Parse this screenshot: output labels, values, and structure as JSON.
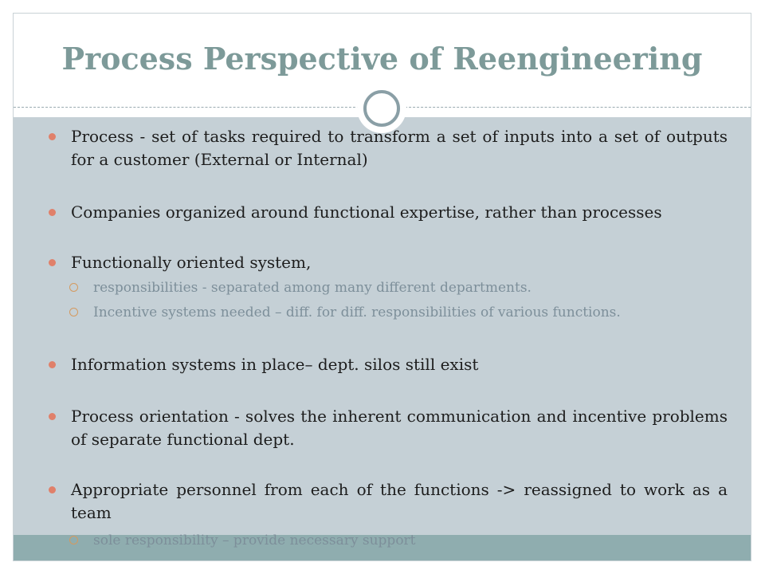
{
  "slide": {
    "title": "Process Perspective of Reengineering",
    "bullets": [
      {
        "text": "Process - set of tasks required to transform a set of inputs into a set of outputs for a customer (External or Internal)"
      },
      {
        "text": "Companies organized around functional expertise, rather than processes"
      },
      {
        "text": "Functionally oriented system,"
      },
      {
        "text": "Information systems in place– dept. silos still exist"
      },
      {
        "text": "Process orientation - solves the inherent communication and incentive problems of separate functional dept."
      },
      {
        "text": "Appropriate personnel from each of the functions -> reassigned to work as a team"
      }
    ],
    "sub_bullets": [
      {
        "text": "responsibilities - separated among many different departments."
      },
      {
        "text": "Incentive systems needed – diff. for diff.  responsibilities of various functions."
      },
      {
        "text": "sole responsibility – provide necessary support"
      }
    ]
  },
  "colors": {
    "title": "#7d9a99",
    "content_background": "#c5d0d6",
    "footer_band": "#8fadaf",
    "bullet_dot": "#e0806a",
    "sub_bullet_mark": "#d49a60",
    "sub_bullet_text": "#7d8f9a"
  }
}
